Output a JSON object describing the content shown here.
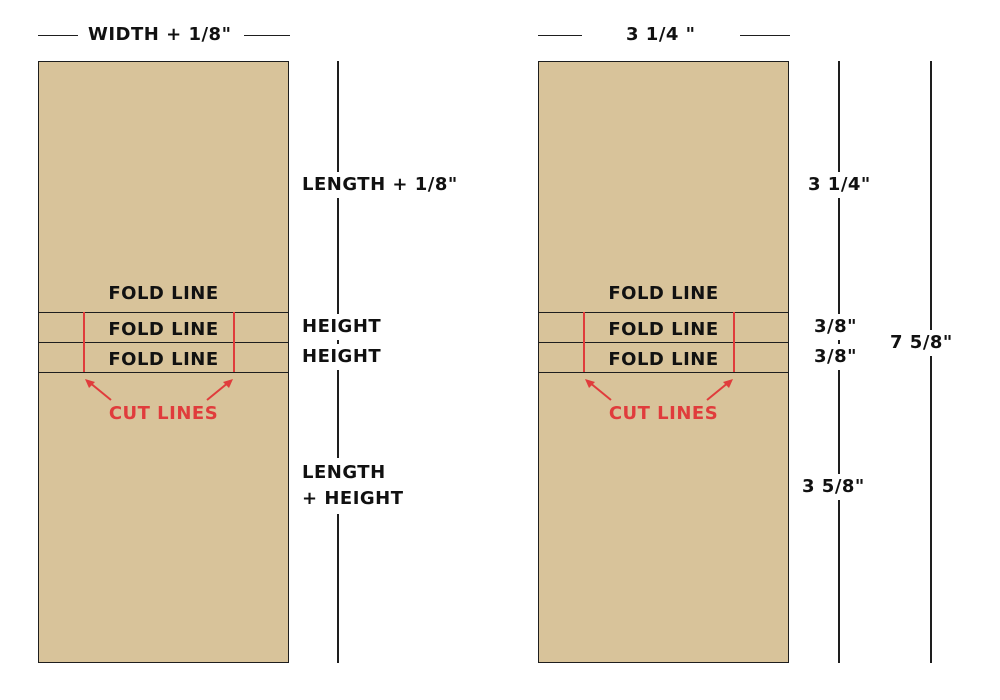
{
  "left": {
    "top_label": "WIDTH + 1/8\"",
    "panel_labels": [
      "FOLD LINE",
      "FOLD LINE",
      "FOLD LINE"
    ],
    "cut_label": "CUT LINES",
    "side_labels": {
      "length": "LENGTH + 1/8\"",
      "height1": "HEIGHT",
      "height2": "HEIGHT",
      "bottom_line1": "LENGTH",
      "bottom_line2": "+ HEIGHT"
    }
  },
  "right": {
    "top_label": "3 1/4 \"",
    "panel_labels": [
      "FOLD LINE",
      "FOLD LINE",
      "FOLD LINE"
    ],
    "cut_label": "CUT LINES",
    "side_labels": {
      "length": "3 1/4\"",
      "height1": "3/8\"",
      "height2": "3/8\"",
      "bottom": "3 5/8\""
    },
    "total": "7 5/8\""
  },
  "colors": {
    "panel": "#d8c39a",
    "cut": "#e03c3c",
    "ink": "#1e1e1e"
  }
}
